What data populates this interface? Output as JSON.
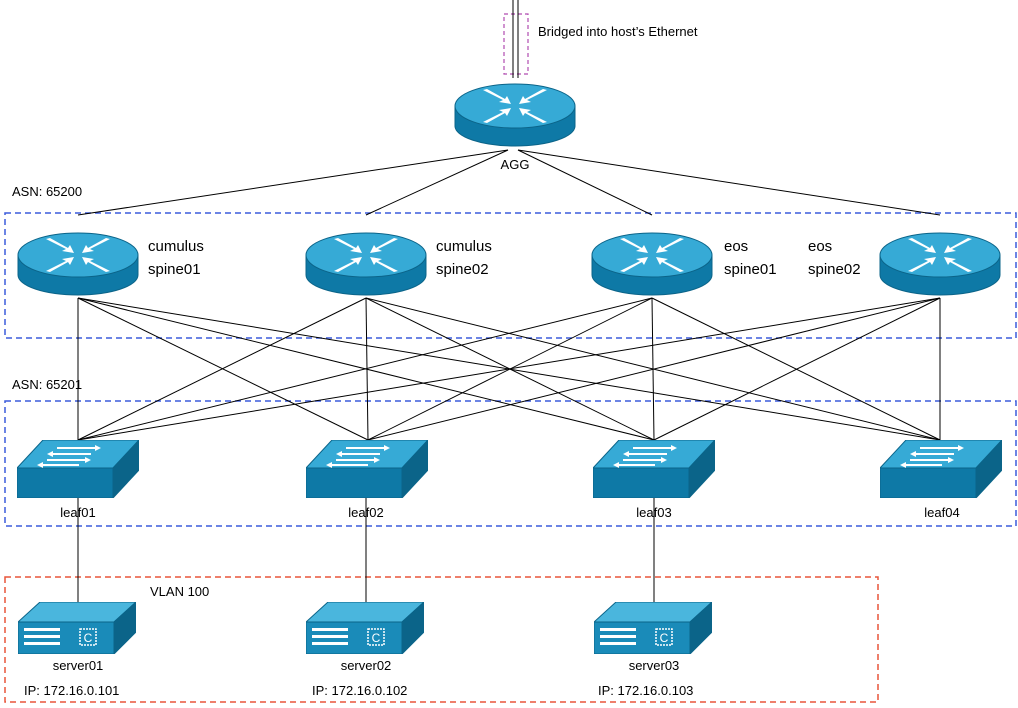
{
  "uplink": {
    "label": "Bridged into host’s Ethernet"
  },
  "agg": {
    "label": "AGG"
  },
  "spine_group": {
    "asn": "ASN: 65200"
  },
  "leaf_group": {
    "asn": "ASN: 65201"
  },
  "vlan_group": {
    "label": "VLAN 100"
  },
  "spines": [
    {
      "line1": "cumulus",
      "line2": "spine01"
    },
    {
      "line1": "cumulus",
      "line2": "spine02"
    },
    {
      "line1": "eos",
      "line2": "spine01"
    },
    {
      "line1": "eos",
      "line2": "spine02"
    }
  ],
  "leaves": [
    {
      "label": "leaf01"
    },
    {
      "label": "leaf02"
    },
    {
      "label": "leaf03"
    },
    {
      "label": "leaf04"
    }
  ],
  "servers": [
    {
      "label": "server01",
      "ip": "IP: 172.16.0.101"
    },
    {
      "label": "server02",
      "ip": "IP: 172.16.0.102"
    },
    {
      "label": "server03",
      "ip": "IP: 172.16.0.103"
    }
  ],
  "icons": {
    "router": "router-icon",
    "switch": "switch-icon",
    "server": "server-icon"
  },
  "colors": {
    "device_fill": "#1a8bb9",
    "device_top": "#4ab6dd",
    "device_dark": "#0b6489",
    "asn_box": "#3b5bdb",
    "vlan_box": "#e8553a",
    "uplink_box": "#b04cb0"
  }
}
